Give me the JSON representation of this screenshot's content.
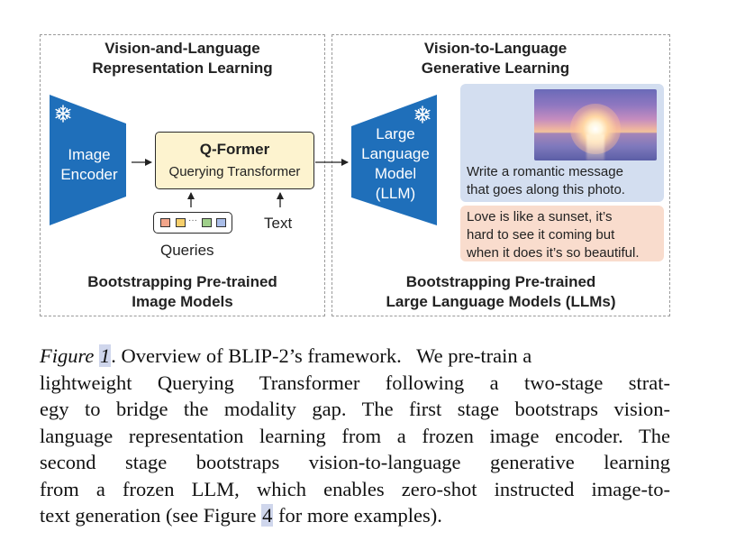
{
  "left_panel": {
    "title_line1": "Vision-and-Language",
    "title_line2": "Representation Learning",
    "encoder_line1": "Image",
    "encoder_line2": "Encoder",
    "qformer_title": "Q-Former",
    "qformer_subtitle": "Querying Transformer",
    "queries_label": "Queries",
    "text_label": "Text",
    "footer_line1": "Bootstrapping Pre-trained",
    "footer_line2": "Image Models"
  },
  "right_panel": {
    "title_line1": "Vision-to-Language",
    "title_line2": "Generative Learning",
    "llm_line1": "Large",
    "llm_line2": "Language",
    "llm_line3": "Model",
    "llm_line4": "(LLM)",
    "prompt_line1": "Write a romantic message",
    "prompt_line2": "that goes along this photo.",
    "response_line1": "Love is like a sunset, it’s",
    "response_line2": "hard to see it coming but",
    "response_line3": "when it does it’s so beautiful.",
    "footer_line1": "Bootstrapping Pre-trained",
    "footer_line2": "Large Language Models (LLMs)"
  },
  "colors": {
    "encoder_blue": "#1f6fba",
    "qformer_fill": "#fdf3cf",
    "prompt_bubble": "#d3def0",
    "response_bubble": "#f9dccd",
    "query_squares": [
      "#f2a58a",
      "#f6cf6b",
      "#9fcf8a",
      "#a9bde8"
    ]
  },
  "icons": {
    "frozen": "snowflake-icon"
  },
  "caption": {
    "fig_word": "Figure",
    "fig_num": "1",
    "line1_rest": ". Overview of BLIP-2’s framework.   We pre-train a",
    "line2": "lightweight Querying Transformer following a two-stage strat-",
    "line3": "egy to bridge the modality gap. The first stage bootstraps vision-",
    "line4": "language representation learning from a frozen image encoder. The",
    "line5": "second stage bootstraps vision-to-language generative learning",
    "line6": "from a frozen LLM, which enables zero-shot instructed image-to-",
    "line7_before": "text generation (see Figure ",
    "line7_ref": "4",
    "line7_after": " for more examples)."
  }
}
